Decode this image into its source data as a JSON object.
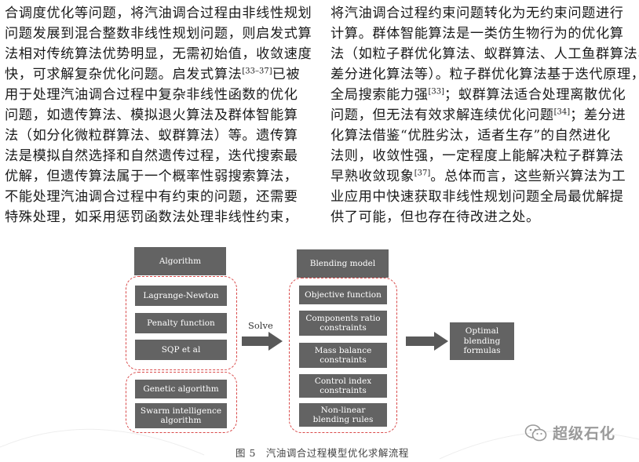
{
  "left_column": {
    "lines": [
      [
        {
          "t": "合调度优化等问题，将汽油调合过程由非线性规划"
        }
      ],
      [
        {
          "t": "问题发展到混合整数非线性规划问题，则启发式算"
        }
      ],
      [
        {
          "t": "法相对传统算法优势明显，无需初始值，收敛速度"
        }
      ],
      [
        {
          "t": "快，可求解复杂优化问题。启发式算法"
        },
        {
          "t": "[33–37]",
          "sup": true
        },
        {
          "t": "已被"
        }
      ],
      [
        {
          "t": "用于处理汽油调合过程中复杂非线性函数的优化"
        }
      ],
      [
        {
          "t": "问题，如遗传算法、模拟退火算法及群体智能算"
        }
      ],
      [
        {
          "t": "法（如分化微粒群算法、蚁群算法）等。遗传算"
        }
      ],
      [
        {
          "t": "法是模拟自然选择和自然遗传过程，迭代搜索最"
        }
      ],
      [
        {
          "t": "优解，但遗传算法属于一个概率性弱搜索算法，"
        }
      ],
      [
        {
          "t": "不能处理汽油调合过程中有约束的问题，还需要"
        }
      ],
      [
        {
          "t": "特殊处理，如采用惩罚函数法处理非线性约束，"
        }
      ]
    ]
  },
  "right_column": {
    "lines": [
      [
        {
          "t": "将汽油调合过程约束问题转化为无约束问题进行"
        }
      ],
      [
        {
          "t": "计算。群体智能算法是一类仿生物行为的优化算"
        }
      ],
      [
        {
          "t": "法（如粒子群优化算法、蚁群算法、人工鱼群算法、"
        }
      ],
      [
        {
          "t": "差分进化算法等）。粒子群优化算法基于迭代原理，"
        }
      ],
      [
        {
          "t": "全局搜索能力强"
        },
        {
          "t": "[33]",
          "sup": true
        },
        {
          "t": "；蚁群算法适合处理离散优化"
        }
      ],
      [
        {
          "t": "问题，但无法有效求解连续优化问题"
        },
        {
          "t": "[34]",
          "sup": true
        },
        {
          "t": "；差分进"
        }
      ],
      [
        {
          "t": "化算法借鉴“优胜劣汰，适者生存”的自然进化"
        }
      ],
      [
        {
          "t": "法则，收敛性强，一定程度上能解决粒子群算法"
        }
      ],
      [
        {
          "t": "早熟收敛现象"
        },
        {
          "t": "[37]",
          "sup": true
        },
        {
          "t": "。总体而言，这些新兴算法为工"
        }
      ],
      [
        {
          "t": "业应用中快速获取非线性规划问题全局最优解提"
        }
      ],
      [
        {
          "t": "供了可能，但也存在待改进之处。"
        }
      ]
    ]
  },
  "figure": {
    "algorithm_header": "Algorithm",
    "algorithms_group1": [
      "Lagrange-Newton",
      "Penalty function",
      "SQP et al"
    ],
    "algorithms_group2": [
      "Genetic algorithm",
      "Swarm intelligence\nalgorithm"
    ],
    "solve_label": "Solve",
    "blending_header": "Blending model",
    "blending_items": [
      "Objective function",
      "Components ratio\nconstraints",
      "Mass balance\nconstraints",
      "Control index\nconstraints",
      "Non-linear\nblending rules"
    ],
    "output": "Optimal\nblending\nformulas",
    "caption": "图 5　汽油调合过程模型优化求解流程",
    "colors": {
      "box": "#636363",
      "dash": "#d94a4a",
      "arrow": "#595959"
    }
  },
  "watermark": {
    "text": "超级石化",
    "icon": "wechat-icon"
  }
}
